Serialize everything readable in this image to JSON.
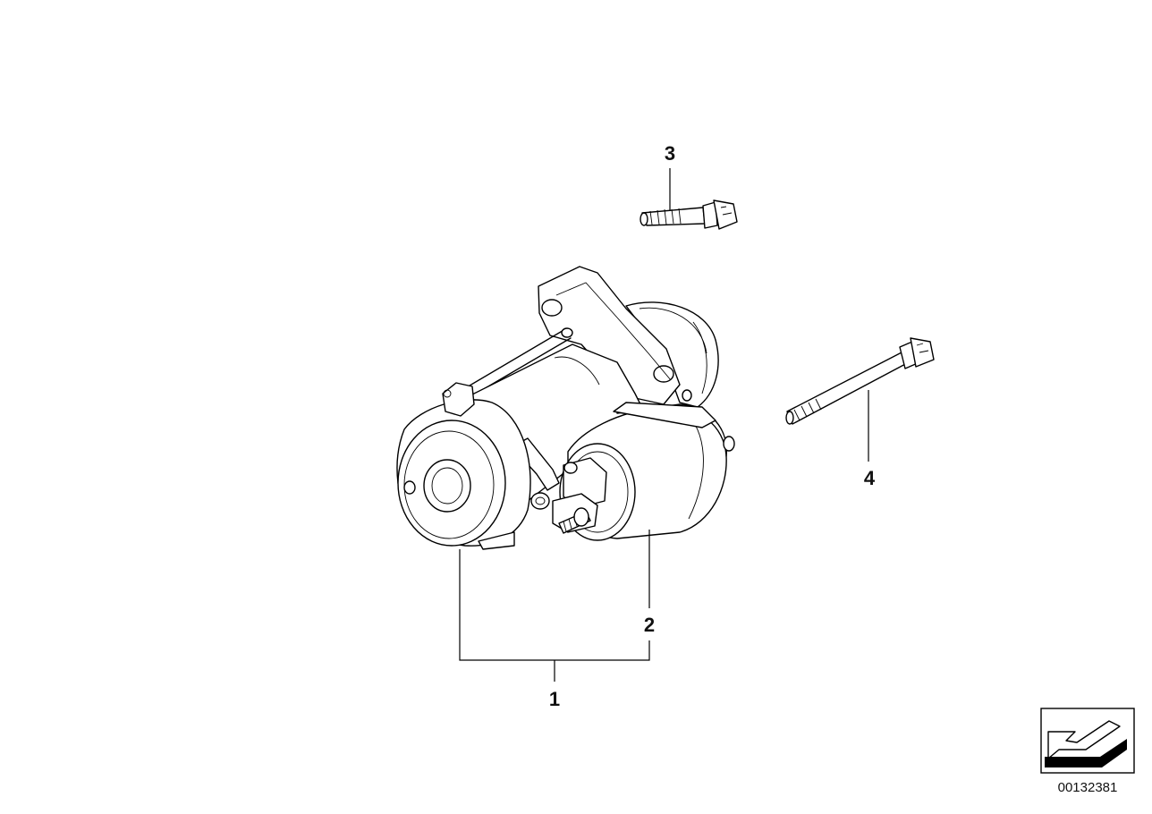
{
  "callouts": {
    "part_1": "1",
    "part_2": "2",
    "part_3": "3",
    "part_4": "4"
  },
  "drawing_number": "00132381",
  "icons": {
    "orientation": "orientation-arrow-icon",
    "starter": "starter-motor-icon",
    "bolt_short": "short-bolt-icon",
    "bolt_long": "long-bolt-icon"
  },
  "colors": {
    "line": "#000000",
    "background": "#ffffff"
  }
}
